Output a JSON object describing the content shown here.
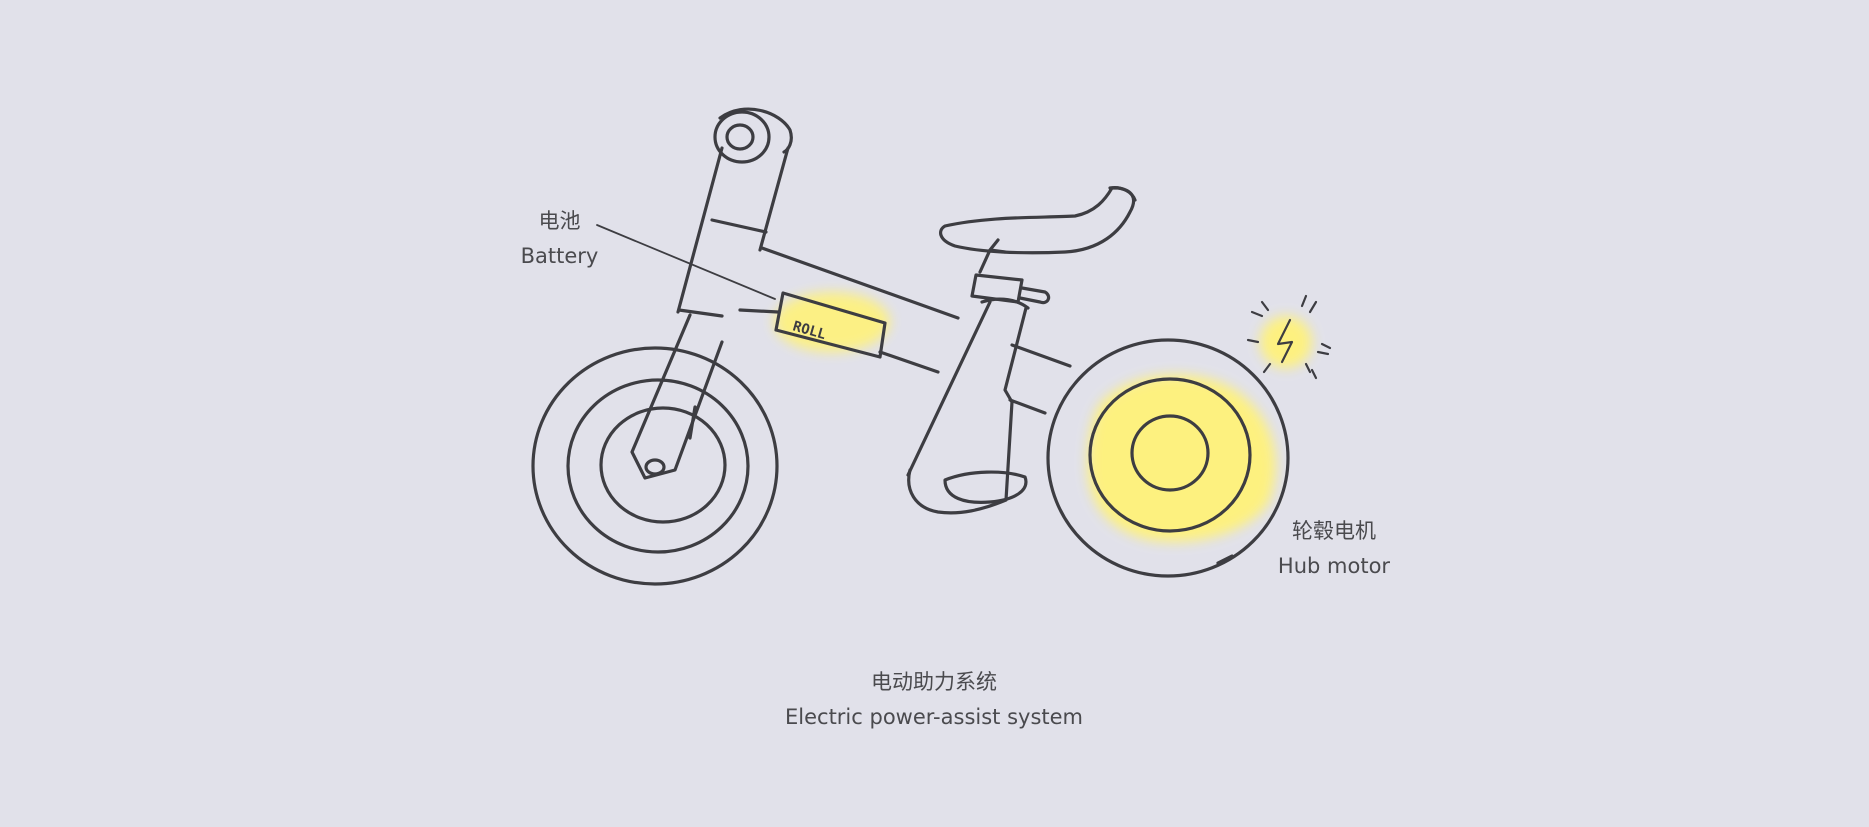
{
  "labels": {
    "battery": {
      "zh": "电池",
      "en": "Battery"
    },
    "hub_motor": {
      "zh": "轮毂电机",
      "en": "Hub motor"
    }
  },
  "caption": {
    "zh": "电动助力系统",
    "en": "Electric power-assist system"
  },
  "battery_marking": "ROLL",
  "colors": {
    "background": "#e1e1ea",
    "sketch_line": "#3d3d42",
    "highlight": "#fff27a",
    "text": "#4a4a4e"
  },
  "icons": [
    "lightning-icon"
  ]
}
